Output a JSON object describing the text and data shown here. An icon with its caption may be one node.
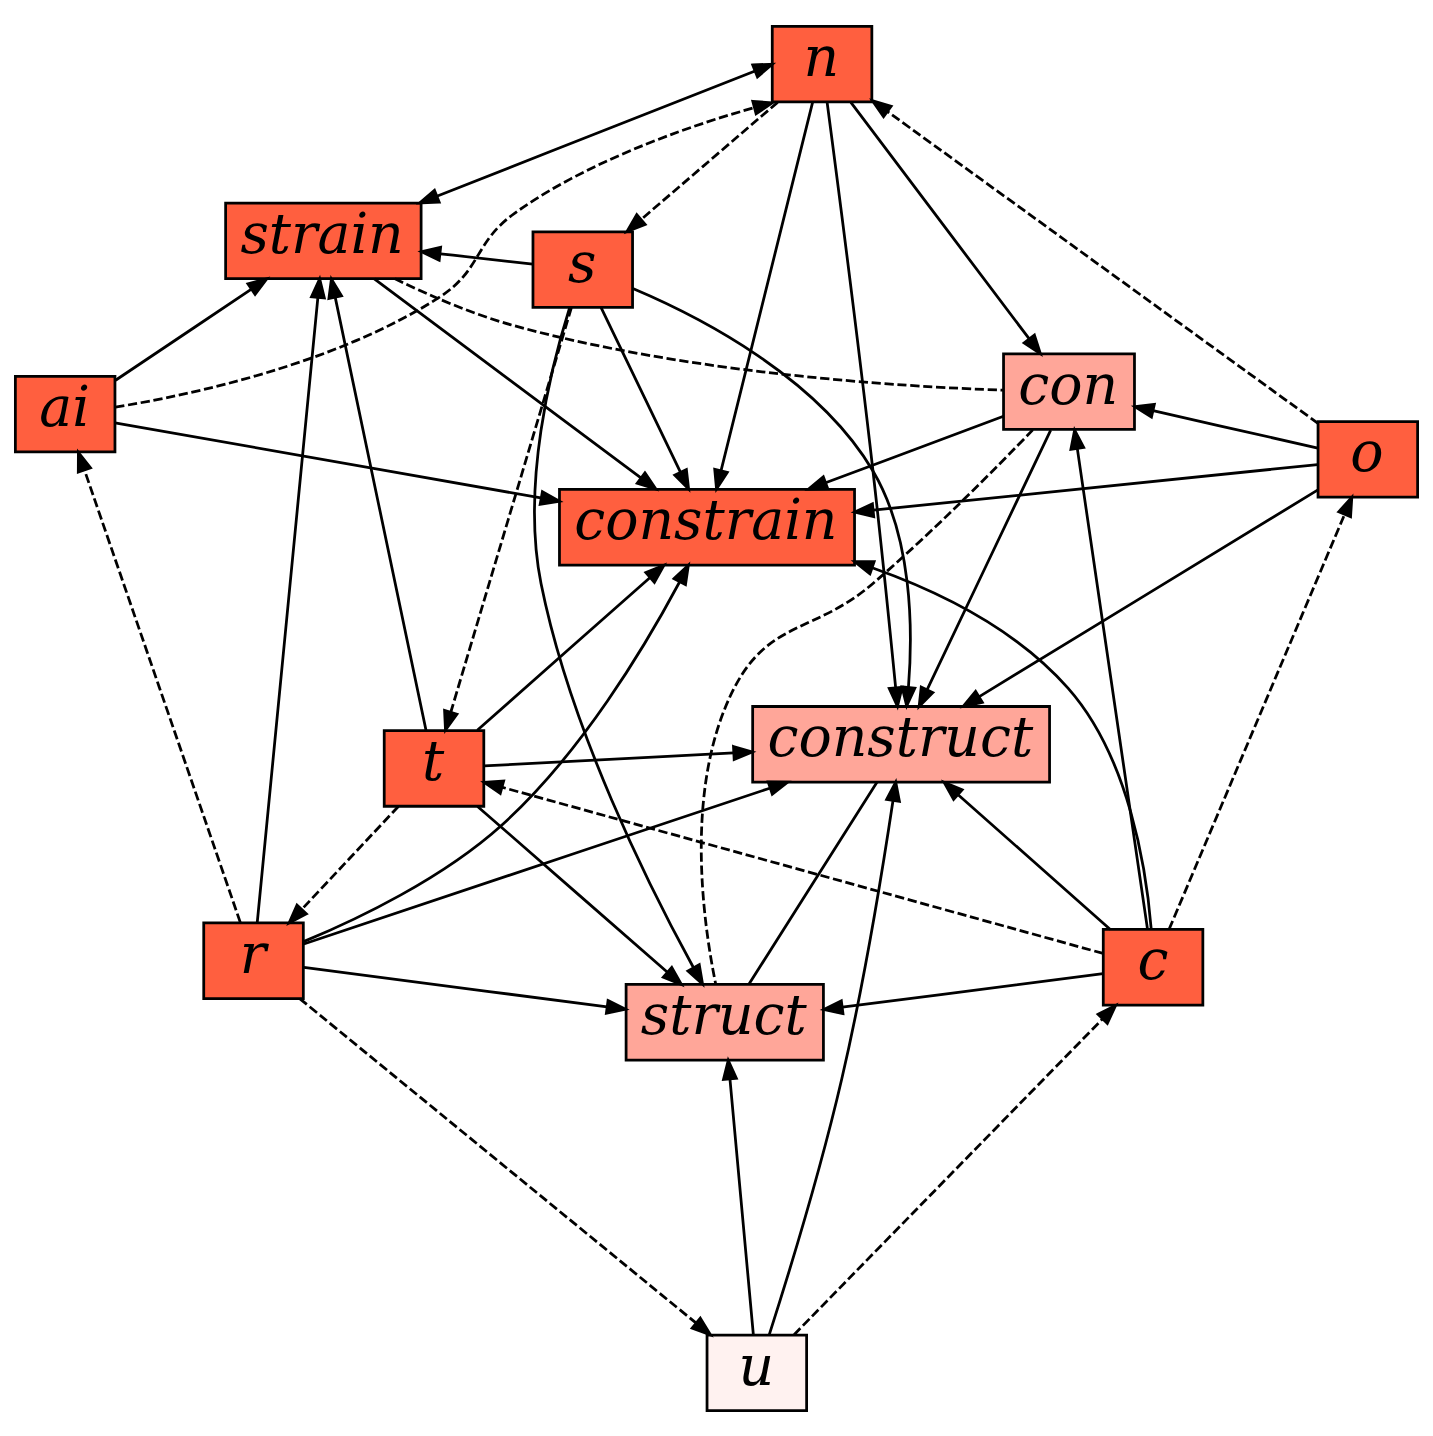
{
  "diagram": {
    "nodes": [
      {
        "text": [
          "ai"
        ]
      },
      {
        "text": [
          "strain"
        ]
      },
      {
        "text": [
          "n"
        ]
      },
      {
        "text": [
          "s"
        ]
      },
      {
        "text": [
          "con"
        ]
      },
      {
        "text": [
          "constrain"
        ]
      },
      {
        "text": [
          "r"
        ]
      },
      {
        "text": [
          "o"
        ]
      },
      {
        "text": [
          "t"
        ]
      },
      {
        "text": [
          "construct"
        ]
      },
      {
        "text": [
          "u"
        ]
      },
      {
        "text": [
          "struct"
        ]
      },
      {
        "text": [
          "c"
        ]
      }
    ],
    "edges": [
      {
        "from": 0,
        "to": 1,
        "arrow": "to"
      },
      {
        "from": 2,
        "to": 1,
        "arrow": "both"
      },
      {
        "from": 0,
        "to": 2,
        "arrow": "to",
        "style": "dashed"
      },
      {
        "from": 0,
        "to": 5,
        "arrow": "to"
      },
      {
        "from": 1,
        "to": 5,
        "arrow": "to"
      },
      {
        "from": 1,
        "to": 4,
        "arrow": "none",
        "style": "dashed"
      },
      {
        "from": 2,
        "to": 3,
        "arrow": "to",
        "style": "dashed"
      },
      {
        "from": 2,
        "to": 5,
        "arrow": "to"
      },
      {
        "from": 2,
        "to": 4,
        "arrow": "to"
      },
      {
        "from": 2,
        "to": 9,
        "arrow": "to"
      },
      {
        "from": 7,
        "to": 2,
        "arrow": "to",
        "style": "dashed"
      },
      {
        "from": 3,
        "to": 1,
        "arrow": "to"
      },
      {
        "from": 6,
        "to": 1,
        "arrow": "to"
      },
      {
        "from": 8,
        "to": 1,
        "arrow": "to"
      },
      {
        "from": 3,
        "to": 5,
        "arrow": "to"
      },
      {
        "from": 3,
        "to": 9,
        "arrow": "to"
      },
      {
        "from": 3,
        "to": 8,
        "arrow": "to",
        "style": "dashed"
      },
      {
        "from": 3,
        "to": 11,
        "arrow": "to"
      },
      {
        "from": 4,
        "to": 5,
        "arrow": "to"
      },
      {
        "from": 4,
        "to": 9,
        "arrow": "to"
      },
      {
        "from": 4,
        "to": 11,
        "arrow": "none",
        "style": "dashed"
      },
      {
        "from": 7,
        "to": 4,
        "arrow": "to"
      },
      {
        "from": 7,
        "to": 5,
        "arrow": "to"
      },
      {
        "from": 7,
        "to": 9,
        "arrow": "to"
      },
      {
        "from": 12,
        "to": 7,
        "arrow": "to",
        "style": "dashed"
      },
      {
        "from": 12,
        "to": 4,
        "arrow": "to"
      },
      {
        "from": 12,
        "to": 5,
        "arrow": "to"
      },
      {
        "from": 12,
        "to": 9,
        "arrow": "to"
      },
      {
        "from": 12,
        "to": 8,
        "arrow": "to",
        "style": "dashed"
      },
      {
        "from": 12,
        "to": 11,
        "arrow": "to"
      },
      {
        "from": 10,
        "to": 12,
        "arrow": "to",
        "style": "dashed"
      },
      {
        "from": 10,
        "to": 11,
        "arrow": "to"
      },
      {
        "from": 10,
        "to": 9,
        "arrow": "to"
      },
      {
        "from": 6,
        "to": 0,
        "arrow": "to",
        "style": "dashed"
      },
      {
        "from": 6,
        "to": 10,
        "arrow": "to",
        "style": "dashed"
      },
      {
        "from": 6,
        "to": 5,
        "arrow": "to"
      },
      {
        "from": 6,
        "to": 9,
        "arrow": "to"
      },
      {
        "from": 6,
        "to": 11,
        "arrow": "to"
      },
      {
        "from": 8,
        "to": 6,
        "arrow": "to",
        "style": "dashed"
      },
      {
        "from": 8,
        "to": 5,
        "arrow": "to"
      },
      {
        "from": 8,
        "to": 9,
        "arrow": "to"
      },
      {
        "from": 8,
        "to": 11,
        "arrow": "to"
      },
      {
        "from": 9,
        "to": 11,
        "arrow": "none"
      }
    ]
  }
}
